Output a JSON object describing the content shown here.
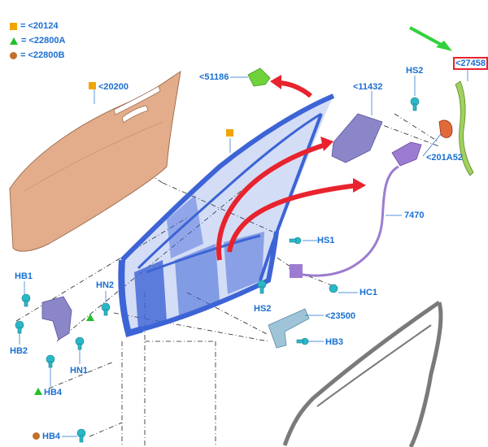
{
  "legend": [
    {
      "symbol": "square",
      "text": "= <20124"
    },
    {
      "symbol": "triangle",
      "text": "= <22800A"
    },
    {
      "symbol": "circle",
      "text": "= <22800B"
    }
  ],
  "callouts": {
    "p20200": "<20200",
    "p51186": "<51186",
    "p11432": "<11432",
    "hs2_top": "HS2",
    "p27458": "<27458",
    "p201a52": "<201A52",
    "p7470": "7470",
    "hs1": "HS1",
    "hc1": "HC1",
    "hs2_bottom": "HS2",
    "p23500": "<23500",
    "hb3": "HB3",
    "hb1": "HB1",
    "hn2": "HN2",
    "hb2": "HB2",
    "hn1": "HN1",
    "hb4_tri": "HB4",
    "hb4_dot": "HB4"
  },
  "colors": {
    "label": "#1a6fd1",
    "door_frame": "#3d64d6",
    "outer_panel": "#e3ad8c",
    "hinge_part": "#8b86c8",
    "cable": "#9c7cd0",
    "fastener": "#2ab8c8",
    "bracket": "#9fc4d8",
    "seal": "#7a7a7a",
    "green_part": "#6fd23a",
    "arrow_red": "#e8232d",
    "arrow_green": "#33d13a",
    "legend_square": "#f0a500",
    "legend_triangle": "#22c02a",
    "legend_circle": "#c0702a"
  }
}
